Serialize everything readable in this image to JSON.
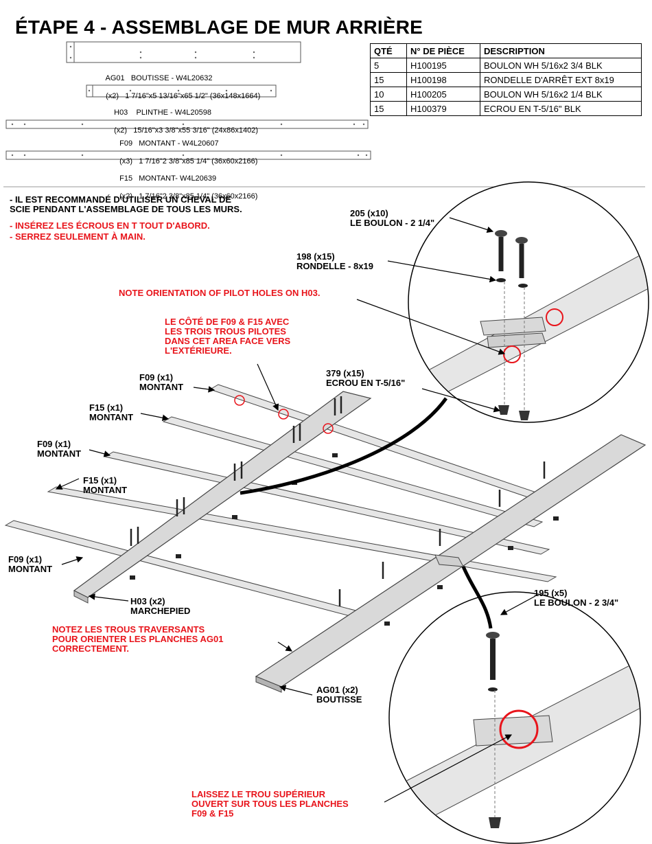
{
  "title": "ÉTAPE 4 - ASSEMBLAGE DE MUR ARRIÈRE",
  "parts": [
    {
      "code": "AG01",
      "qty": "(x2)",
      "name": "BOUTISSE - W4L20632",
      "dims": "1 7/16\"x5 13/16\"x65 1/2\" (36x148x1664)"
    },
    {
      "code": "H03",
      "qty": "(x2)",
      "name": "PLINTHE - W4L20598",
      "dims": "15/16\"x3 3/8\"x55 3/16\" (24x86x1402)"
    },
    {
      "code": "F09",
      "qty": "(x3)",
      "name": "MONTANT - W4L20607",
      "dims": "1 7/16\"2 3/8\"x85 1/4\" (36x60x2166)"
    },
    {
      "code": "F15",
      "qty": "(x2)",
      "name": "MONTANT- W4L20639",
      "dims": "1 7/16\"2 3/8\"x85 1/4\" (36x60x2166)"
    }
  ],
  "table": {
    "headers": [
      "QTÉ",
      "N° DE PIÈCE",
      "DESCRIPTION"
    ],
    "rows": [
      [
        "5",
        "H100195",
        "BOULON WH 5/16x2 3/4 BLK"
      ],
      [
        "15",
        "H100198",
        "RONDELLE D'ARRÊT EXT 8x19"
      ],
      [
        "10",
        "H100205",
        "BOULON WH 5/16x2 1/4 BLK"
      ],
      [
        "15",
        "H100379",
        "ECROU EN T-5/16\" BLK"
      ]
    ]
  },
  "notes": {
    "black": "- IL EST RECOMMANDÉ D'UTILISER UN CHEVAL DE\nSCIE PENDANT L'ASSEMBLAGE DE TOUS LES MURS.",
    "red1": "- INSÉREZ LES ÉCROUS EN T TOUT D'ABORD.",
    "red2": "- SERREZ SEULEMENT À MAIN."
  },
  "callouts": {
    "bolt205": "205 (x10)\nLE BOULON - 2 1/4\"",
    "washer198": "198 (x15)\nRONDELLE - 8x19",
    "pilot_note": "NOTE ORIENTATION OF PILOT HOLES ON H03.",
    "side_note": "LE CÔTÉ DE F09 & F15 AVEC\nLES TROIS TROUS PILOTES\nDANS CET AREA FACE VERS\nL'EXTÉRIEURE.",
    "nut379": "379 (x15)\nECROU EN T-5/16\"",
    "f09_a": "F09 (x1)\nMONTANT",
    "f15_a": "F15 (x1)\nMONTANT",
    "f09_b": "F09 (x1)\nMONTANT",
    "f15_b": "F15 (x1)\nMONTANT",
    "f09_c": "F09 (x1)\nMONTANT",
    "h03": "H03 (x2)\nMARCHEPIED",
    "through_note": "NOTEZ LES TROUS TRAVERSANTS\nPOUR ORIENTER LES PLANCHES AG01\nCORRECTEMENT.",
    "ag01": "AG01 (x2)\nBOUTISSE",
    "bolt195": "195 (x5)\nLE BOULON - 2 3/4\"",
    "leave_note": "LAISSEZ LE TROU SUPÉRIEUR\nOUVERT SUR TOUS LES PLANCHES\nF09 & F15"
  },
  "colors": {
    "accent_red": "#e8141b",
    "wood": "#d9d9d9",
    "wood_dark": "#a8a8a8"
  }
}
